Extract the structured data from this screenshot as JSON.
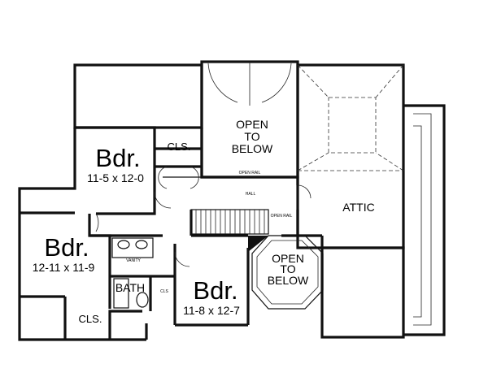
{
  "rooms": {
    "bedroom_top": {
      "name": "Bdr.",
      "size": "11-5 x 12-0"
    },
    "bedroom_left": {
      "name": "Bdr.",
      "size": "12-11 x 11-9"
    },
    "bedroom_bottom": {
      "name": "Bdr.",
      "size": "11-8 x 12-7"
    },
    "open_top": [
      "OPEN",
      "TO",
      "BELOW"
    ],
    "open_octagon": [
      "OPEN",
      "TO",
      "BELOW"
    ],
    "attic": "ATTIC",
    "bath": "BATH",
    "vanity": "VANITY",
    "closet_top": "CLS.",
    "closet_bottom": "CLS.",
    "closet_bath": "CLS",
    "hall": "HALL"
  },
  "notes": {
    "open_rail_top": "OPEN RAIL",
    "open_rail_stair": "OPEN RAIL"
  }
}
